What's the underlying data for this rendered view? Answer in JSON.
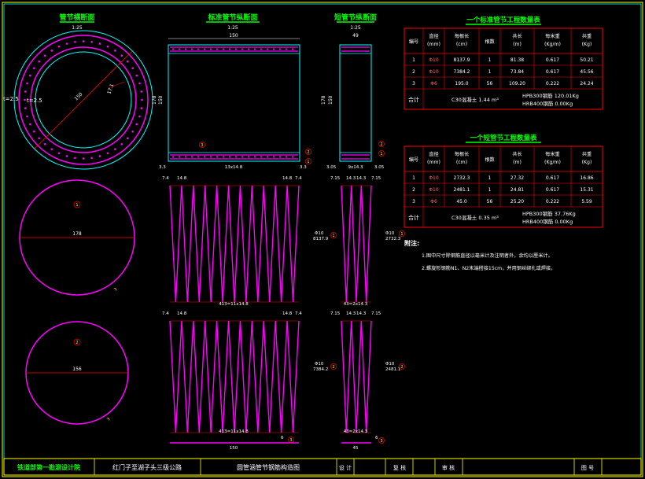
{
  "views": {
    "cross_section": {
      "title": "管节横断面",
      "scale": "1:25",
      "label_t1": "t=2.5",
      "label_t2": "t=2.5",
      "diameter": "150",
      "radius": "17.1"
    },
    "standard_section": {
      "title": "标准管节纵断面",
      "scale": "1:25",
      "top_dim": "150",
      "h1": "178",
      "h2": "150",
      "left_bottom": "3.3",
      "bottom_dim": "13x14.8",
      "right_bottom": "3.3",
      "marker": "3"
    },
    "short_section": {
      "title": "短管节纵断面",
      "scale": "1:25",
      "top_dim": "49",
      "h1": "178",
      "h2": "150",
      "left_bottom": "3.05",
      "bottom_dim": "9x14.3",
      "right_bottom": "3.05"
    }
  },
  "standard_table": {
    "title": "一个标准管节工程数量表",
    "headers": [
      "编号",
      "直径\n(mm)",
      "每根长\n(cm)",
      "根数",
      "共长\n(m)",
      "每米重\n(Kg/m)",
      "共重\n(Kg)"
    ],
    "rows": [
      [
        "1",
        "Φ10",
        "8137.9",
        "1",
        "81.38",
        "0.617",
        "50.21"
      ],
      [
        "2",
        "Φ10",
        "7384.2",
        "1",
        "73.84",
        "0.617",
        "45.56"
      ],
      [
        "3",
        "Φ6",
        "195.0",
        "56",
        "109.20",
        "0.222",
        "24.24"
      ]
    ],
    "total_label": "合计",
    "concrete": "C30混凝土 1.44 m³",
    "hpb": "HPB300钢筋  120.01Kg",
    "hrb": "HRB400钢筋  0.00Kg"
  },
  "short_table": {
    "title": "一个短管节工程数量表",
    "headers": [
      "编号",
      "直径\n(mm)",
      "每根长\n(cm)",
      "根数",
      "共长\n(m)",
      "每米重\n(Kg/m)",
      "共重\n(Kg)"
    ],
    "rows": [
      [
        "1",
        "Φ10",
        "2732.3",
        "1",
        "27.32",
        "0.617",
        "16.86"
      ],
      [
        "2",
        "Φ10",
        "2481.1",
        "1",
        "24.81",
        "0.617",
        "15.31"
      ],
      [
        "3",
        "Φ6",
        "45.0",
        "56",
        "25.20",
        "0.222",
        "5.59"
      ]
    ],
    "total_label": "合计",
    "concrete": "C30混凝土 0.35 m³",
    "hpb": "HPB300钢筋  37.76Kg",
    "hrb": "HRB400钢筋  0.00Kg"
  },
  "notes": {
    "heading": "附注:",
    "n1": "1.图中尺寸除钢筋直径以毫米计及注明者外，余均以厘米计。",
    "n2": "2.螺旋形钢筋N1、N2末端搭接15cm，并用钢丝绑扎或焊接。"
  },
  "circles": {
    "c1": {
      "marker": "1",
      "dim": "178",
      "tag": "3"
    },
    "c2": {
      "marker": "2",
      "dim": "156",
      "tag": "3"
    }
  },
  "spirals": {
    "s1": {
      "left": "7.4",
      "left2": "14.8",
      "right2": "14.8",
      "right": "7.4",
      "bottom": "413=11x14.8",
      "callout_d": "Φ10",
      "callout_l": "8137.9",
      "marker": "1"
    },
    "s2": {
      "left": "7.4",
      "left2": "14.8",
      "right2": "14.8",
      "right": "7.4",
      "bottom": "413=11x14.8",
      "callout_d": "Φ10",
      "callout_l": "7384.2",
      "marker": "2"
    },
    "short1": {
      "left": "7.15",
      "m1": "14.3",
      "m2": "14.3",
      "right": "7.15",
      "bottom": "43=2x14.3",
      "callout_d": "Φ10",
      "callout_l": "2732.3",
      "marker": "1"
    },
    "short2": {
      "left": "7.15",
      "m1": "14.3",
      "m2": "14.3",
      "right": "7.15",
      "bottom": "43=2x14.3",
      "callout_d": "Φ10",
      "callout_l": "2481.1",
      "marker": "2"
    },
    "bar3": {
      "dim": "150",
      "top": "6",
      "marker": "3",
      "short_dim": "45",
      "short_top": "6"
    }
  },
  "title_block": {
    "org": "铁道部第一勘测设计院",
    "project": "红门子至湖子头三级公路",
    "drawing": "圆管涵管节钢筋构造图",
    "design": "设 计",
    "review": "复 核",
    "check": "审 核",
    "fig": "图 号"
  },
  "colors": {
    "frame": "#ffff00",
    "green": "#00ff00",
    "magenta": "#ff00ff",
    "cyan": "#00ffff",
    "red": "#ff0000",
    "white": "#ffffff"
  }
}
